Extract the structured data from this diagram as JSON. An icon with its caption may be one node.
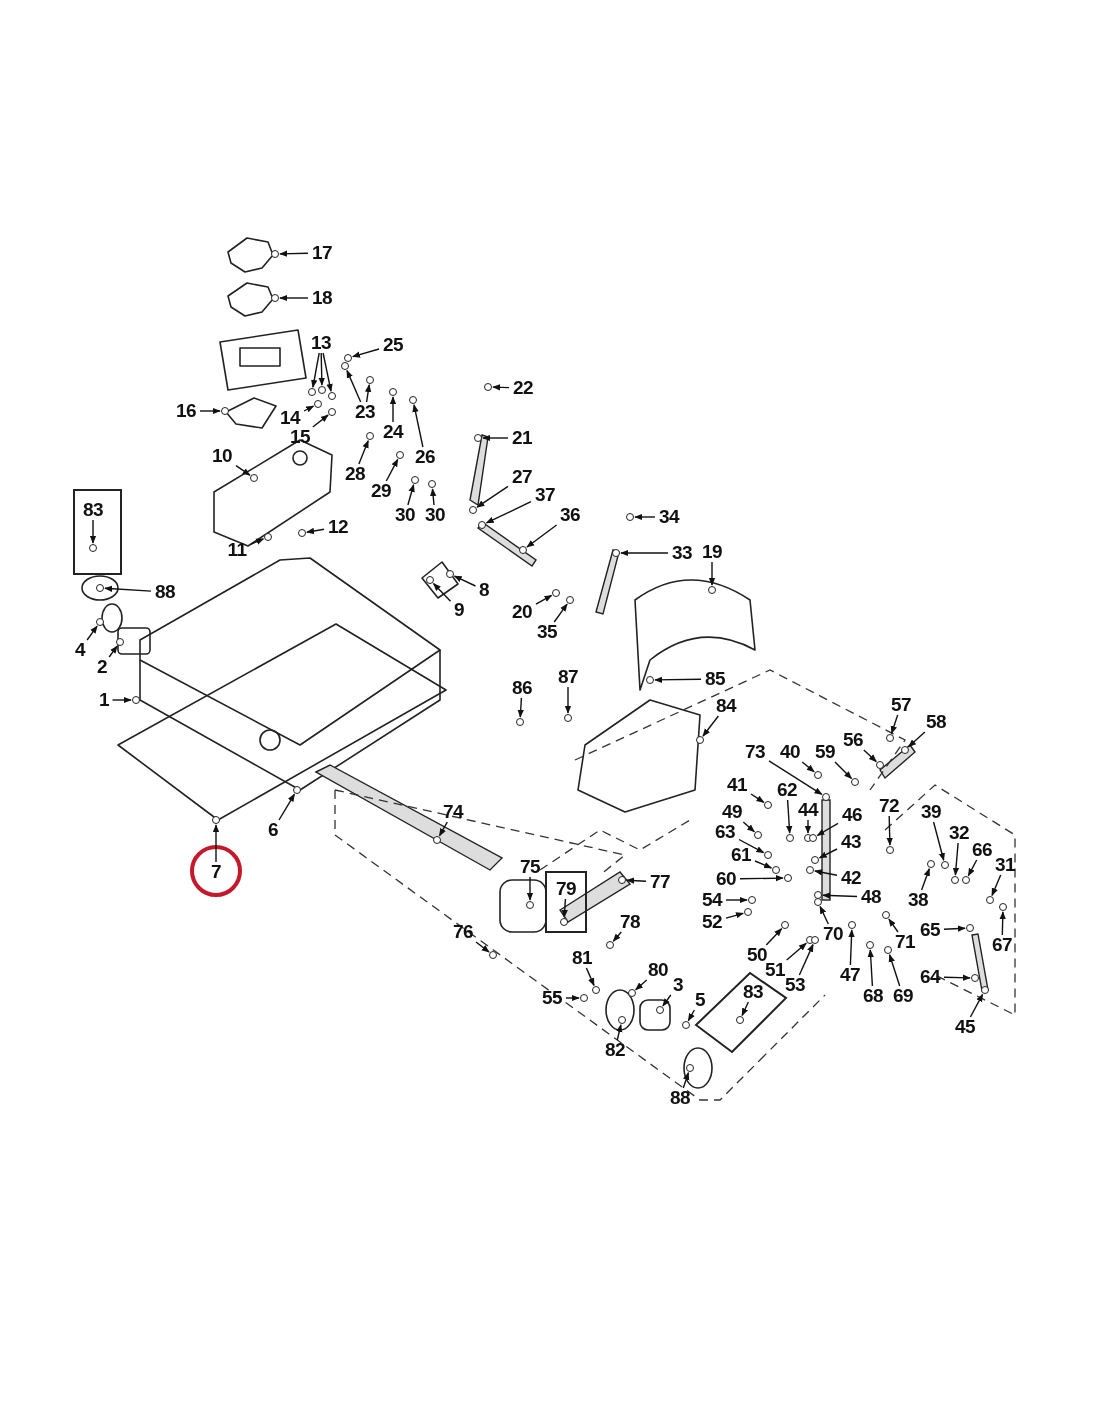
{
  "diagram": {
    "nodes": [
      {
        "text": [
          "17"
        ]
      },
      {
        "text": [
          "18"
        ]
      },
      {
        "text": [
          "13"
        ]
      },
      {
        "text": [
          "25"
        ]
      },
      {
        "text": [
          "22"
        ]
      },
      {
        "text": [
          "16"
        ]
      },
      {
        "text": [
          "23"
        ]
      },
      {
        "text": [
          "14"
        ]
      },
      {
        "text": [
          "24"
        ]
      },
      {
        "text": [
          "15"
        ]
      },
      {
        "text": [
          "21"
        ]
      },
      {
        "text": [
          "10"
        ]
      },
      {
        "text": [
          "26"
        ]
      },
      {
        "text": [
          "28"
        ]
      },
      {
        "text": [
          "27"
        ]
      },
      {
        "text": [
          "29"
        ]
      },
      {
        "text": [
          "37"
        ]
      },
      {
        "text": [
          "83"
        ]
      },
      {
        "text": [
          "36"
        ]
      },
      {
        "text": [
          "30"
        ]
      },
      {
        "text": [
          "30"
        ]
      },
      {
        "text": [
          "34"
        ]
      },
      {
        "text": [
          "12"
        ]
      },
      {
        "text": [
          "11"
        ]
      },
      {
        "text": [
          "33"
        ]
      },
      {
        "text": [
          "19"
        ]
      },
      {
        "text": [
          "88"
        ]
      },
      {
        "text": [
          "8"
        ]
      },
      {
        "text": [
          "9"
        ]
      },
      {
        "text": [
          "20"
        ]
      },
      {
        "text": [
          "35"
        ]
      },
      {
        "text": [
          "4"
        ]
      },
      {
        "text": [
          "2"
        ]
      },
      {
        "text": [
          "87"
        ]
      },
      {
        "text": [
          "85"
        ]
      },
      {
        "text": [
          "86"
        ]
      },
      {
        "text": [
          "1"
        ]
      },
      {
        "text": [
          "57"
        ]
      },
      {
        "text": [
          "84"
        ]
      },
      {
        "text": [
          "58"
        ]
      },
      {
        "text": [
          "56"
        ]
      },
      {
        "text": [
          "73"
        ]
      },
      {
        "text": [
          "40"
        ]
      },
      {
        "text": [
          "59"
        ]
      },
      {
        "text": [
          "41"
        ]
      },
      {
        "text": [
          "62"
        ]
      },
      {
        "text": [
          "72"
        ]
      },
      {
        "text": [
          "44"
        ]
      },
      {
        "text": [
          "39"
        ]
      },
      {
        "text": [
          "49"
        ]
      },
      {
        "text": [
          "74"
        ]
      },
      {
        "text": [
          "46"
        ]
      },
      {
        "text": [
          "6"
        ]
      },
      {
        "text": [
          "63"
        ]
      },
      {
        "text": [
          "32"
        ]
      },
      {
        "text": [
          "43"
        ]
      },
      {
        "text": [
          "66"
        ]
      },
      {
        "text": [
          "61"
        ]
      },
      {
        "text": [
          "31"
        ]
      },
      {
        "text": [
          "75"
        ]
      },
      {
        "text": [
          "7"
        ]
      },
      {
        "text": [
          "42"
        ]
      },
      {
        "text": [
          "60"
        ]
      },
      {
        "text": [
          "79"
        ]
      },
      {
        "text": [
          "77"
        ]
      },
      {
        "text": [
          "48"
        ]
      },
      {
        "text": [
          "54"
        ]
      },
      {
        "text": [
          "38"
        ]
      },
      {
        "text": [
          "52"
        ]
      },
      {
        "text": [
          "78"
        ]
      },
      {
        "text": [
          "65"
        ]
      },
      {
        "text": [
          "76"
        ]
      },
      {
        "text": [
          "70"
        ]
      },
      {
        "text": [
          "71"
        ]
      },
      {
        "text": [
          "67"
        ]
      },
      {
        "text": [
          "50"
        ]
      },
      {
        "text": [
          "81"
        ]
      },
      {
        "text": [
          "51"
        ]
      },
      {
        "text": [
          "80"
        ]
      },
      {
        "text": [
          "47"
        ]
      },
      {
        "text": [
          "64"
        ]
      },
      {
        "text": [
          "3"
        ]
      },
      {
        "text": [
          "53"
        ]
      },
      {
        "text": [
          "83"
        ]
      },
      {
        "text": [
          "5"
        ]
      },
      {
        "text": [
          "69"
        ]
      },
      {
        "text": [
          "68"
        ]
      },
      {
        "text": [
          "55"
        ]
      },
      {
        "text": [
          "45"
        ]
      },
      {
        "text": [
          "82"
        ]
      },
      {
        "text": [
          "88"
        ]
      },
      {
        "text": [],
        "shape": "circle"
      },
      {
        "text": [],
        "shape": "circle"
      },
      {
        "text": [],
        "shape": "circle"
      },
      {
        "text": [],
        "shape": "circle"
      },
      {
        "text": [],
        "shape": "circle"
      },
      {
        "text": [],
        "shape": "circle"
      },
      {
        "text": [],
        "shape": "circle"
      },
      {
        "text": [],
        "shape": "circle"
      },
      {
        "text": [],
        "shape": "circle"
      },
      {
        "text": [],
        "shape": "circle"
      },
      {
        "text": [],
        "shape": "circle"
      },
      {
        "text": [],
        "shape": "circle"
      },
      {
        "text": [],
        "shape": "circle"
      },
      {
        "text": [],
        "shape": "circle"
      },
      {
        "text": [],
        "shape": "circle"
      },
      {
        "text": [],
        "shape": "circle"
      },
      {
        "text": [],
        "shape": "circle"
      },
      {
        "text": [],
        "shape": "circle"
      },
      {
        "text": [],
        "shape": "circle"
      },
      {
        "text": [],
        "shape": "circle"
      },
      {
        "text": [],
        "shape": "circle"
      },
      {
        "text": [],
        "shape": "circle"
      },
      {
        "text": [],
        "shape": "circle"
      },
      {
        "text": [],
        "shape": "circle"
      },
      {
        "text": [],
        "shape": "circle"
      },
      {
        "text": [],
        "shape": "circle"
      },
      {
        "text": [],
        "shape": "circle"
      },
      {
        "text": [],
        "shape": "circle"
      },
      {
        "text": [],
        "shape": "circle"
      },
      {
        "text": [],
        "shape": "circle"
      },
      {
        "text": [],
        "shape": "circle"
      },
      {
        "text": [],
        "shape": "circle"
      },
      {
        "text": [],
        "shape": "circle"
      },
      {
        "text": [],
        "shape": "circle"
      },
      {
        "text": [],
        "shape": "circle"
      },
      {
        "text": [],
        "shape": "circle"
      },
      {
        "text": [],
        "shape": "circle"
      },
      {
        "text": [],
        "shape": "circle"
      },
      {
        "text": [],
        "shape": "circle"
      },
      {
        "text": [],
        "shape": "circle"
      },
      {
        "text": [],
        "shape": "circle"
      },
      {
        "text": [],
        "shape": "circle"
      },
      {
        "text": [],
        "shape": "circle"
      },
      {
        "text": [],
        "shape": "circle"
      },
      {
        "text": [],
        "shape": "circle"
      },
      {
        "text": [],
        "shape": "circle"
      },
      {
        "text": [],
        "shape": "circle"
      },
      {
        "text": [],
        "shape": "circle"
      },
      {
        "text": [],
        "shape": "circle"
      },
      {
        "text": [],
        "shape": "circle"
      },
      {
        "text": [],
        "shape": "circle"
      },
      {
        "text": [],
        "shape": "circle"
      },
      {
        "text": [],
        "shape": "circle"
      },
      {
        "text": [],
        "shape": "circle"
      },
      {
        "text": [],
        "shape": "circle"
      },
      {
        "text": [],
        "shape": "circle"
      },
      {
        "text": [],
        "shape": "circle"
      },
      {
        "text": [],
        "shape": "circle"
      },
      {
        "text": [],
        "shape": "circle"
      },
      {
        "text": [],
        "shape": "circle"
      },
      {
        "text": [],
        "shape": "circle"
      },
      {
        "text": [],
        "shape": "circle"
      },
      {
        "text": [],
        "shape": "circle"
      },
      {
        "text": [],
        "shape": "circle"
      },
      {
        "text": [],
        "shape": "circle"
      },
      {
        "text": [],
        "shape": "circle"
      },
      {
        "text": [],
        "shape": "circle"
      },
      {
        "text": [],
        "shape": "circle"
      },
      {
        "text": [],
        "shape": "circle"
      },
      {
        "text": [],
        "shape": "circle"
      },
      {
        "text": [],
        "shape": "circle"
      },
      {
        "text": [],
        "shape": "circle"
      },
      {
        "text": [],
        "shape": "circle"
      },
      {
        "text": [],
        "shape": "circle"
      },
      {
        "text": [],
        "shape": "circle"
      },
      {
        "text": [],
        "shape": "circle"
      },
      {
        "text": [],
        "shape": "circle"
      },
      {
        "text": [],
        "shape": "circle"
      },
      {
        "text": [],
        "shape": "circle"
      },
      {
        "text": [],
        "shape": "circle"
      },
      {
        "text": [],
        "shape": "circle"
      },
      {
        "text": [],
        "shape": "circle"
      },
      {
        "text": [],
        "shape": "circle"
      },
      {
        "text": [],
        "shape": "circle"
      },
      {
        "text": [],
        "shape": "circle"
      },
      {
        "text": [],
        "shape": "circle"
      },
      {
        "text": [],
        "shape": "circle"
      },
      {
        "text": [],
        "shape": "circle"
      },
      {
        "text": [],
        "shape": "circle"
      },
      {
        "text": [],
        "shape": "circle"
      },
      {
        "text": [],
        "shape": "circle"
      },
      {
        "text": [],
        "shape": "circle"
      },
      {
        "text": [],
        "shape": "circle"
      },
      {
        "text": [],
        "shape": "circle"
      }
    ],
    "edges": [
      {
        "from": 0,
        "to": 91,
        "arrow": "to"
      },
      {
        "from": 1,
        "to": 92,
        "arrow": "to"
      },
      {
        "from": 2,
        "to": 93,
        "arrow": "to"
      },
      {
        "from": 2,
        "to": 94,
        "arrow": "to"
      },
      {
        "from": 2,
        "to": 95,
        "arrow": "to"
      },
      {
        "from": 3,
        "to": 96,
        "arrow": "to"
      },
      {
        "from": 4,
        "to": 97,
        "arrow": "to"
      },
      {
        "from": 5,
        "to": 98,
        "arrow": "to"
      },
      {
        "from": 6,
        "to": 99,
        "arrow": "to"
      },
      {
        "from": 6,
        "to": 100,
        "arrow": "to"
      },
      {
        "from": 7,
        "to": 101,
        "arrow": "to"
      },
      {
        "from": 8,
        "to": 102,
        "arrow": "to"
      },
      {
        "from": 9,
        "to": 103,
        "arrow": "to"
      },
      {
        "from": 10,
        "to": 104,
        "arrow": "to"
      },
      {
        "from": 11,
        "to": 105,
        "arrow": "to"
      },
      {
        "from": 12,
        "to": 106,
        "arrow": "to"
      },
      {
        "from": 13,
        "to": 107,
        "arrow": "to"
      },
      {
        "from": 14,
        "to": 108,
        "arrow": "to"
      },
      {
        "from": 15,
        "to": 109,
        "arrow": "to"
      },
      {
        "from": 16,
        "to": 110,
        "arrow": "to"
      },
      {
        "from": 17,
        "to": 111,
        "arrow": "to"
      },
      {
        "from": 18,
        "to": 112,
        "arrow": "to"
      },
      {
        "from": 19,
        "to": 113,
        "arrow": "to"
      },
      {
        "from": 20,
        "to": 114,
        "arrow": "to"
      },
      {
        "from": 21,
        "to": 115,
        "arrow": "to"
      },
      {
        "from": 22,
        "to": 116,
        "arrow": "to"
      },
      {
        "from": 23,
        "to": 117,
        "arrow": "to"
      },
      {
        "from": 24,
        "to": 118,
        "arrow": "to"
      },
      {
        "from": 25,
        "to": 119,
        "arrow": "to"
      },
      {
        "from": 26,
        "to": 120,
        "arrow": "to"
      },
      {
        "from": 27,
        "to": 121,
        "arrow": "to"
      },
      {
        "from": 28,
        "to": 122,
        "arrow": "to"
      },
      {
        "from": 29,
        "to": 123,
        "arrow": "to"
      },
      {
        "from": 30,
        "to": 124,
        "arrow": "to"
      },
      {
        "from": 31,
        "to": 125,
        "arrow": "to"
      },
      {
        "from": 32,
        "to": 126,
        "arrow": "to"
      },
      {
        "from": 33,
        "to": 127,
        "arrow": "to"
      },
      {
        "from": 34,
        "to": 128,
        "arrow": "to"
      },
      {
        "from": 35,
        "to": 129,
        "arrow": "to"
      },
      {
        "from": 36,
        "to": 130,
        "arrow": "to"
      },
      {
        "from": 37,
        "to": 131,
        "arrow": "to"
      },
      {
        "from": 38,
        "to": 132,
        "arrow": "to"
      },
      {
        "from": 39,
        "to": 133,
        "arrow": "to"
      },
      {
        "from": 40,
        "to": 134,
        "arrow": "to"
      },
      {
        "from": 41,
        "to": 135,
        "arrow": "to"
      },
      {
        "from": 42,
        "to": 136,
        "arrow": "to"
      },
      {
        "from": 43,
        "to": 137,
        "arrow": "to"
      },
      {
        "from": 44,
        "to": 138,
        "arrow": "to"
      },
      {
        "from": 45,
        "to": 139,
        "arrow": "to"
      },
      {
        "from": 46,
        "to": 140,
        "arrow": "to"
      },
      {
        "from": 47,
        "to": 141,
        "arrow": "to"
      },
      {
        "from": 48,
        "to": 142,
        "arrow": "to"
      },
      {
        "from": 49,
        "to": 143,
        "arrow": "to"
      },
      {
        "from": 50,
        "to": 144,
        "arrow": "to"
      },
      {
        "from": 51,
        "to": 145,
        "arrow": "to"
      },
      {
        "from": 52,
        "to": 146,
        "arrow": "to"
      },
      {
        "from": 53,
        "to": 147,
        "arrow": "to"
      },
      {
        "from": 54,
        "to": 148,
        "arrow": "to"
      },
      {
        "from": 55,
        "to": 149,
        "arrow": "to"
      },
      {
        "from": 56,
        "to": 150,
        "arrow": "to"
      },
      {
        "from": 57,
        "to": 151,
        "arrow": "to"
      },
      {
        "from": 58,
        "to": 152,
        "arrow": "to"
      },
      {
        "from": 59,
        "to": 153,
        "arrow": "to"
      },
      {
        "from": 60,
        "to": 154,
        "arrow": "to"
      },
      {
        "from": 61,
        "to": 155,
        "arrow": "to"
      },
      {
        "from": 62,
        "to": 156,
        "arrow": "to"
      },
      {
        "from": 63,
        "to": 157,
        "arrow": "to"
      },
      {
        "from": 64,
        "to": 158,
        "arrow": "to"
      },
      {
        "from": 65,
        "to": 159,
        "arrow": "to"
      },
      {
        "from": 66,
        "to": 160,
        "arrow": "to"
      },
      {
        "from": 67,
        "to": 161,
        "arrow": "to"
      },
      {
        "from": 68,
        "to": 162,
        "arrow": "to"
      },
      {
        "from": 69,
        "to": 163,
        "arrow": "to"
      },
      {
        "from": 70,
        "to": 164,
        "arrow": "to"
      },
      {
        "from": 71,
        "to": 165,
        "arrow": "to"
      },
      {
        "from": 72,
        "to": 166,
        "arrow": "to"
      },
      {
        "from": 73,
        "to": 167,
        "arrow": "to"
      },
      {
        "from": 74,
        "to": 168,
        "arrow": "to"
      },
      {
        "from": 75,
        "to": 169,
        "arrow": "to"
      },
      {
        "from": 76,
        "to": 170,
        "arrow": "to"
      },
      {
        "from": 77,
        "to": 171,
        "arrow": "to"
      },
      {
        "from": 78,
        "to": 172,
        "arrow": "to"
      },
      {
        "from": 79,
        "to": 173,
        "arrow": "to"
      },
      {
        "from": 80,
        "to": 174,
        "arrow": "to"
      },
      {
        "from": 81,
        "to": 175,
        "arrow": "to"
      },
      {
        "from": 82,
        "to": 176,
        "arrow": "to"
      },
      {
        "from": 83,
        "to": 177,
        "arrow": "to"
      },
      {
        "from": 84,
        "to": 178,
        "arrow": "to"
      },
      {
        "from": 85,
        "to": 179,
        "arrow": "to"
      },
      {
        "from": 86,
        "to": 180,
        "arrow": "to"
      },
      {
        "from": 87,
        "to": 181,
        "arrow": "to"
      },
      {
        "from": 88,
        "to": 182,
        "arrow": "to"
      },
      {
        "from": 89,
        "to": 183,
        "arrow": "to"
      },
      {
        "from": 90,
        "to": 184,
        "arrow": "to"
      }
    ]
  }
}
